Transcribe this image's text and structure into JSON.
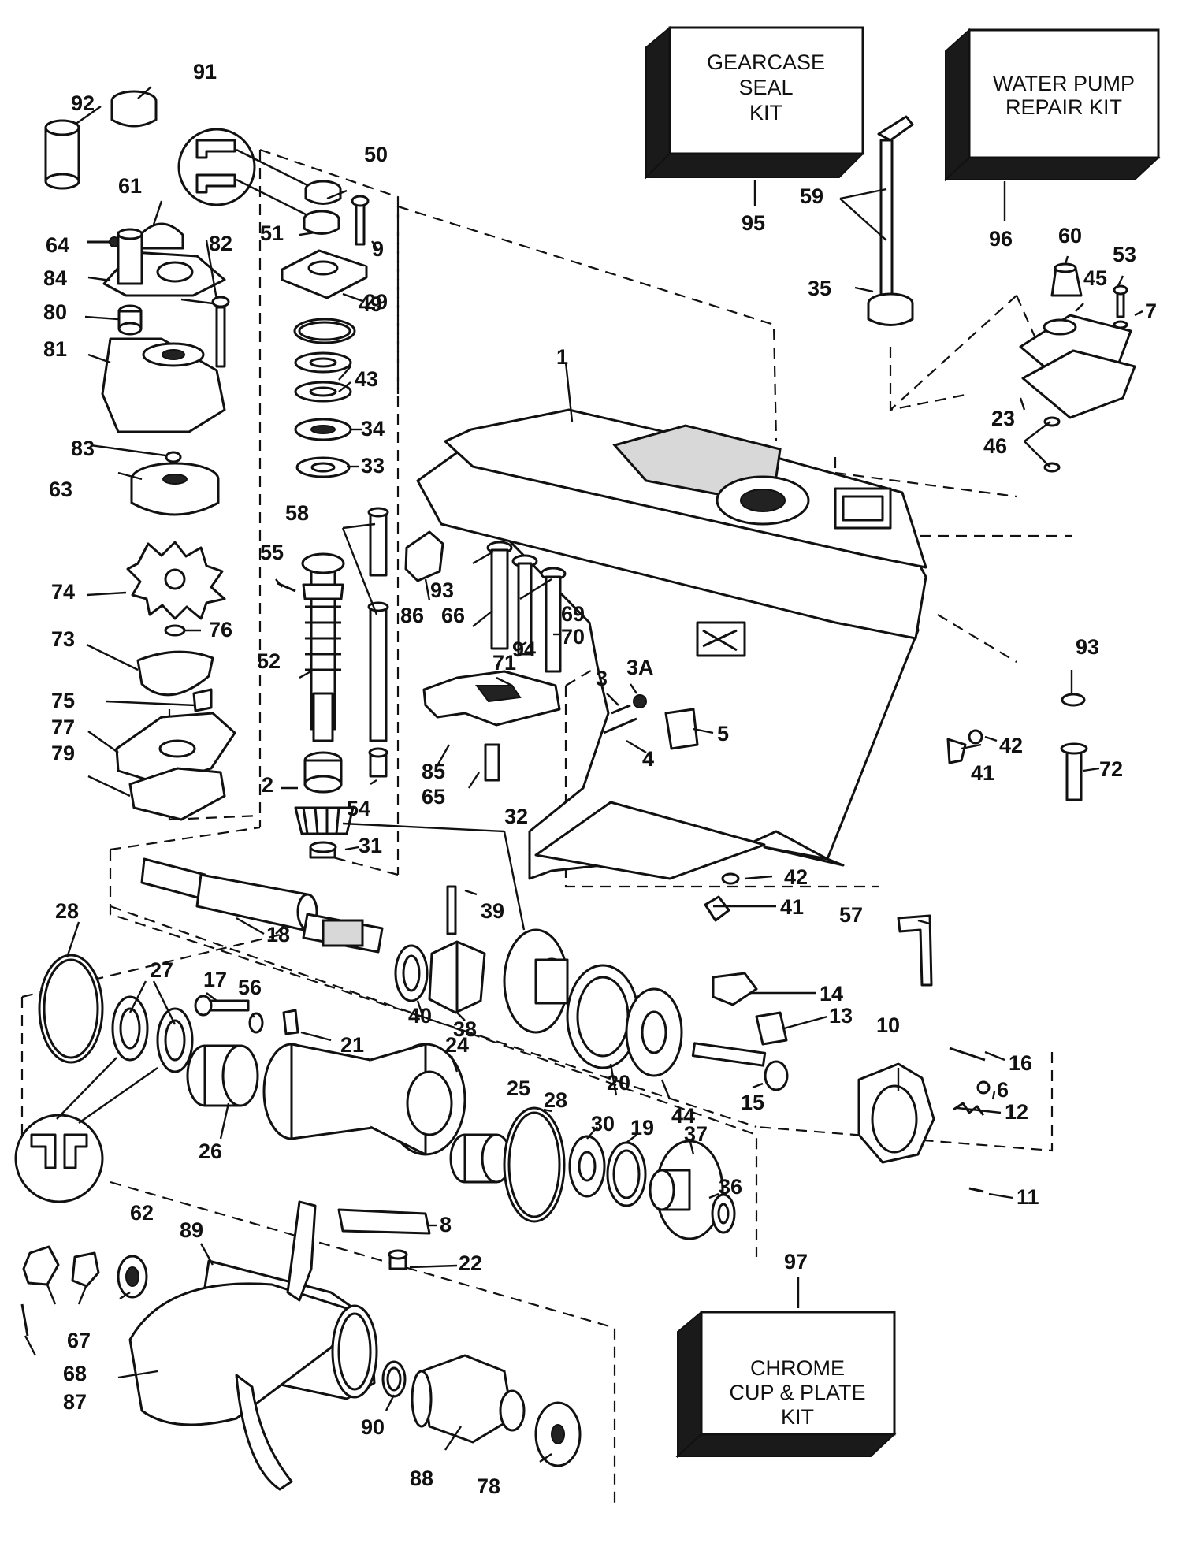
{
  "kits": {
    "gearcase_seal": {
      "lines": [
        "GEARCASE",
        "SEAL",
        "KIT"
      ],
      "ref": "95"
    },
    "water_pump": {
      "lines": [
        "WATER PUMP",
        "REPAIR KIT"
      ],
      "ref": "96"
    },
    "chrome_cup": {
      "lines": [
        "CHROME",
        "CUP & PLATE",
        "KIT"
      ],
      "ref": "97"
    }
  },
  "callouts": [
    "1",
    "2",
    "3",
    "3A",
    "4",
    "5",
    "6",
    "7",
    "8",
    "9",
    "10",
    "11",
    "12",
    "13",
    "14",
    "15",
    "16",
    "17",
    "18",
    "19",
    "20",
    "21",
    "22",
    "23",
    "24",
    "25",
    "26",
    "27",
    "28",
    "28",
    "29",
    "30",
    "31",
    "32",
    "33",
    "34",
    "35",
    "36",
    "37",
    "38",
    "39",
    "40",
    "41",
    "41",
    "42",
    "42",
    "43",
    "44",
    "45",
    "46",
    "49",
    "50",
    "51",
    "52",
    "53",
    "54",
    "55",
    "56",
    "57",
    "58",
    "59",
    "60",
    "61",
    "62",
    "63",
    "64",
    "65",
    "66",
    "67",
    "68",
    "69",
    "70",
    "71",
    "72",
    "73",
    "74",
    "75",
    "76",
    "77",
    "78",
    "79",
    "80",
    "81",
    "82",
    "83",
    "84",
    "85",
    "86",
    "87",
    "88",
    "89",
    "90",
    "91",
    "92",
    "93",
    "93",
    "94"
  ]
}
